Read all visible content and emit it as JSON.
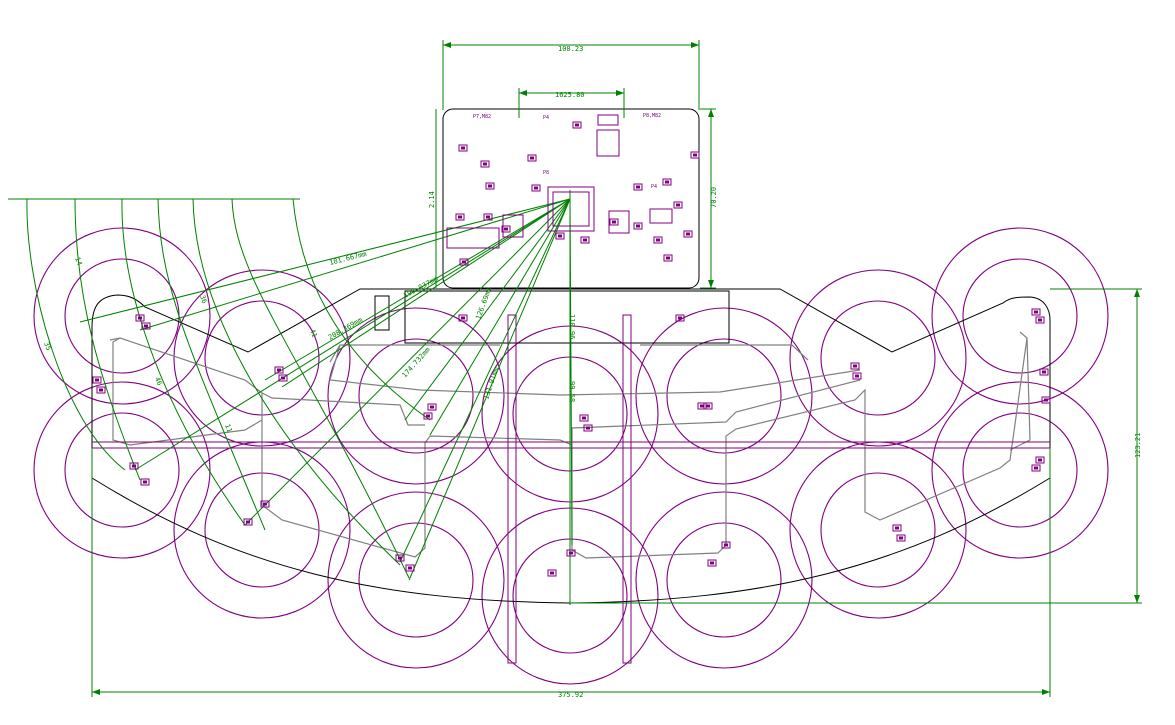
{
  "colors": {
    "background": "#ffffff",
    "outline": "#000000",
    "dimension": "#008000",
    "circle": "#800080",
    "component": "#800080",
    "trace": "#808080"
  },
  "dimensions": {
    "overall_width": "375.92",
    "overall_height": "123.21",
    "pcb_width": "100.23",
    "pcb_height": "70.20",
    "pcb_left_height": "2.14",
    "pcb_inner_width": "1625.80",
    "center_vertical": "110.96",
    "center_vertical_2": "99.58"
  },
  "radial_labels": [
    "181.667mm",
    "198.037mm",
    "126.69mm",
    "208.369mm",
    "174.732mm",
    "131.91mm"
  ],
  "arc_labels": [
    "14",
    "35",
    "36",
    "46",
    "41",
    "11"
  ],
  "pcb_labels": {
    "left_marker": "P7,M82",
    "top_marker": "P4",
    "right_marker": "P8,M82",
    "center_marker": "P8",
    "right_small_marker": "P4"
  },
  "icons": {
    "dimension_arrow": "arrow-icon",
    "component": "chip-icon"
  }
}
